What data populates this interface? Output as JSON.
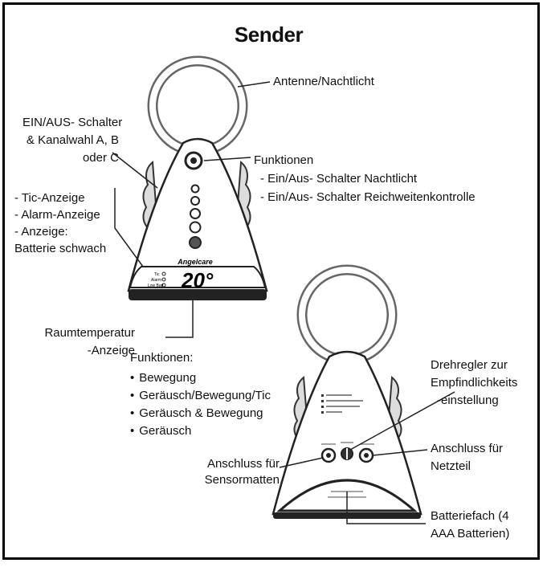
{
  "title": "Sender",
  "labels": {
    "antenna": "Antenne/Nachtlicht",
    "power_switch": [
      "EIN/AUS- Schalter",
      "& Kanalwahl A, B",
      "oder C"
    ],
    "functions_top": [
      "Funktionen",
      "- Ein/Aus- Schalter Nachtlicht",
      "- Ein/Aus- Schalter Reichweitenkontrolle"
    ],
    "indicators": [
      "- Tic-Anzeige",
      "- Alarm-Anzeige",
      "- Anzeige:",
      "Batterie schwach"
    ],
    "room_temp": [
      "Raumtemperatur",
      "-Anzeige"
    ],
    "functions_list_title": "Funktionen:",
    "functions_list": [
      "Bewegung",
      "Geräusch/Bewegung/Tic",
      "Geräusch & Bewegung",
      "Geräusch"
    ],
    "sensitivity_dial": [
      "Drehregler zur",
      "Empfindlichkeits",
      "-einstellung"
    ],
    "power_jack": [
      "Anschluss für",
      "Netzteil"
    ],
    "sensor_jack": [
      "Anschluss für",
      "Sensormatten"
    ],
    "battery": [
      "Batteriefach (4",
      "AAA Batterien)"
    ]
  },
  "device": {
    "brand": "Angelcare",
    "temperature": "20°",
    "display_indicators": [
      "Tic",
      "Alarm",
      "Low Batt"
    ]
  }
}
